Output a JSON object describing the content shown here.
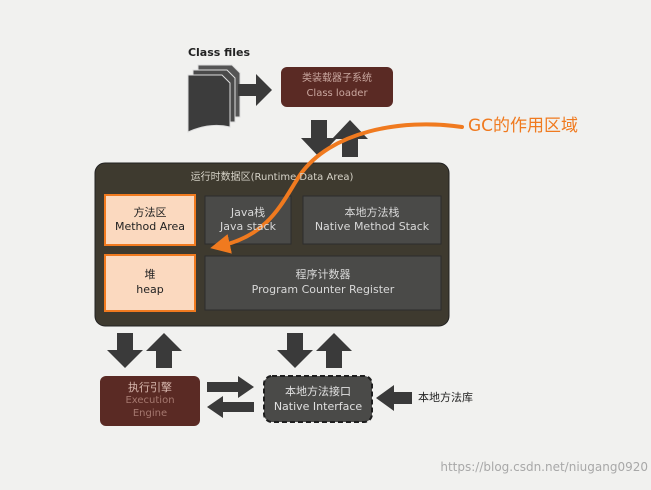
{
  "class_files": {
    "label": "Class files"
  },
  "class_loader": {
    "cn": "类装载器子系统",
    "en": "Class loader"
  },
  "gc_callout": {
    "label": "GC的作用区域"
  },
  "runtime_area": {
    "title": "运行时数据区(Runtime Data Area)"
  },
  "method_area": {
    "cn": "方法区",
    "en": "Method Area"
  },
  "java_stack": {
    "cn": "Java栈",
    "en": "Java stack"
  },
  "native_method_stack": {
    "cn": "本地方法栈",
    "en": "Native Method Stack"
  },
  "heap": {
    "cn": "堆",
    "en": "heap"
  },
  "pc_register": {
    "cn": "程序计数器",
    "en": "Program Counter Register"
  },
  "execution_engine": {
    "cn": "执行引擎",
    "en1": "Execution",
    "en2": "Engine"
  },
  "native_interface": {
    "cn": "本地方法接口",
    "en": "Native Interface"
  },
  "native_library": {
    "label": "本地方法库"
  },
  "watermark": {
    "text": "https://blog.csdn.net/niugang0920"
  },
  "colors": {
    "dark_box": "#3e3a2f",
    "maroon": "#5a2a24",
    "orange": "#f07a1f",
    "peach_fill": "#fbd9bf",
    "arrow": "#3a3a3a"
  }
}
